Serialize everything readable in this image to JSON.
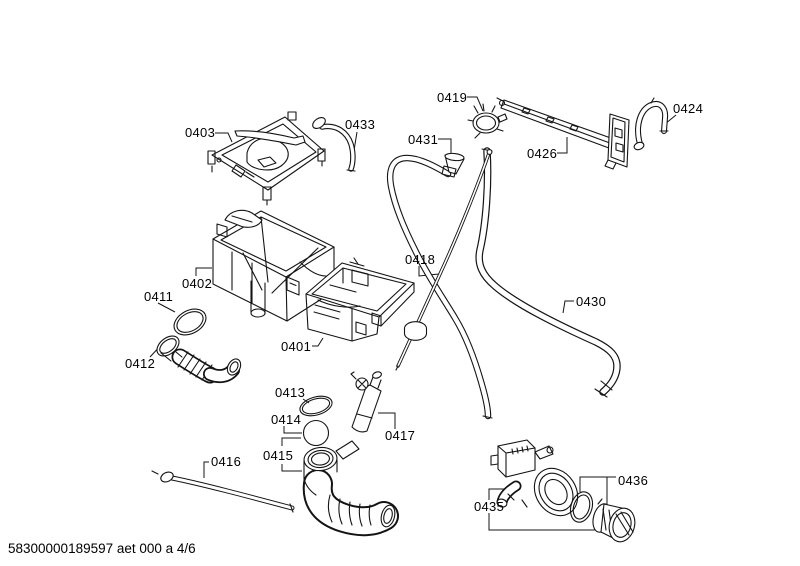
{
  "page": {
    "background": "#ffffff",
    "ink": "#141414"
  },
  "footer": {
    "document_code": "58300000189597 aet 000 a 4/6"
  },
  "diagram": {
    "parts": [
      {
        "id": "0403"
      },
      {
        "id": "0433"
      },
      {
        "id": "0419"
      },
      {
        "id": "0431"
      },
      {
        "id": "0426"
      },
      {
        "id": "0424"
      },
      {
        "id": "0402"
      },
      {
        "id": "0411"
      },
      {
        "id": "0412"
      },
      {
        "id": "0418"
      },
      {
        "id": "0430"
      },
      {
        "id": "0401"
      },
      {
        "id": "0413"
      },
      {
        "id": "0414"
      },
      {
        "id": "0415"
      },
      {
        "id": "0416"
      },
      {
        "id": "0417"
      },
      {
        "id": "0435"
      },
      {
        "id": "0436"
      }
    ]
  }
}
